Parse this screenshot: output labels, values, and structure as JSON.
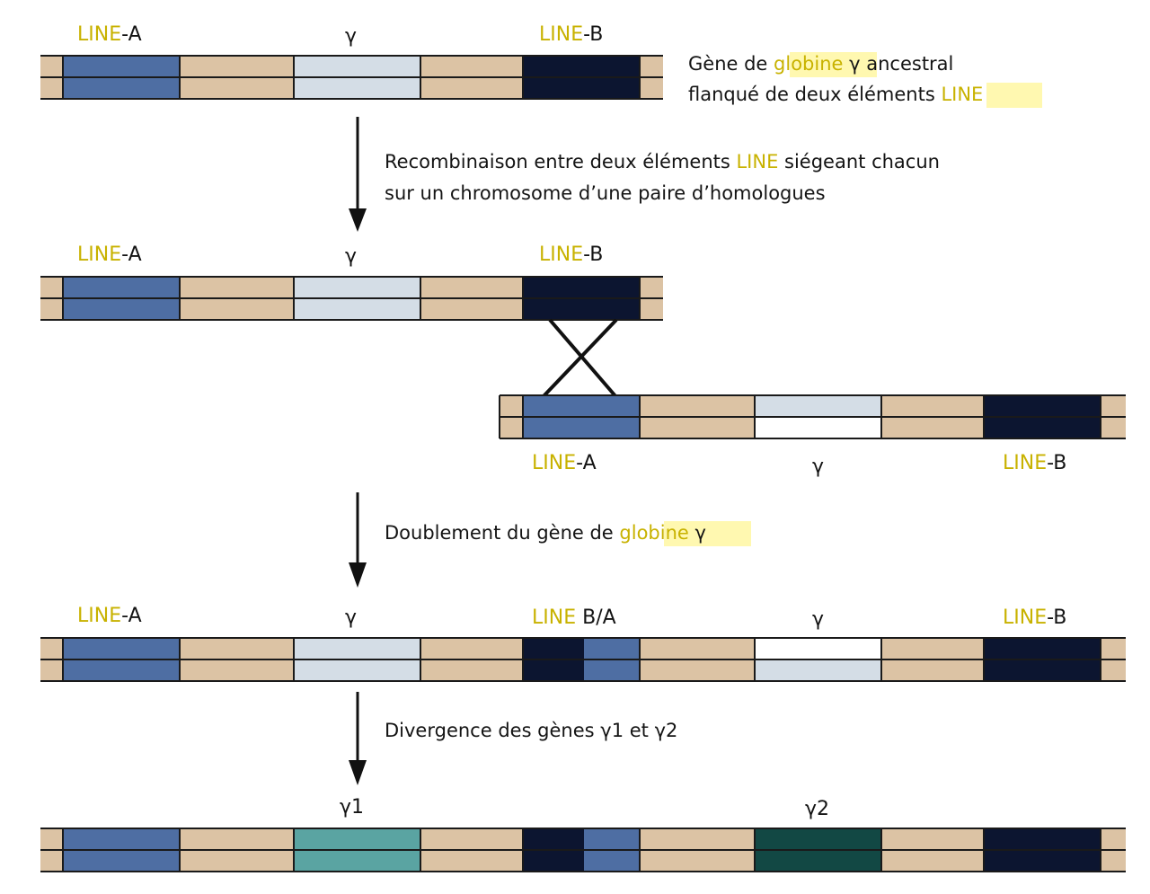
{
  "colors": {
    "line_a": "#4e6ea3",
    "line_b": "#0c1530",
    "spacer": "#dcc3a4",
    "gamma_ancestral": "#d4dde6",
    "gamma_copy": "#ffffff",
    "gamma1": "#5aa4a2",
    "gamma2": "#124844",
    "highlight": "#c8b200",
    "highlight_bg": "#fff8b0"
  },
  "labels": {
    "line_word": "LINE",
    "line_a_suffix": "-A",
    "line_b_suffix": "-B",
    "line_ba_suffix": " B/A",
    "gamma": "γ",
    "gamma1": "γ1",
    "gamma2": "γ2"
  },
  "captions": {
    "ancestral_1_pre": "Gène de ",
    "ancestral_1_hl": "globine",
    "ancestral_1_post": " γ ancestral",
    "ancestral_2_pre": "flanqué de deux éléments ",
    "ancestral_2_hl": "LINE",
    "recomb_1_pre": "Recombinaison entre deux éléments ",
    "recomb_1_hl": "LINE",
    "recomb_1_post": " siégeant chacun",
    "recomb_2": "sur un chromosome d’une paire  d’homologues",
    "dup_pre": "Doublement du gène de ",
    "dup_hl": "globine",
    "dup_post": " γ",
    "div": "Divergence des gènes γ1 et γ2"
  }
}
